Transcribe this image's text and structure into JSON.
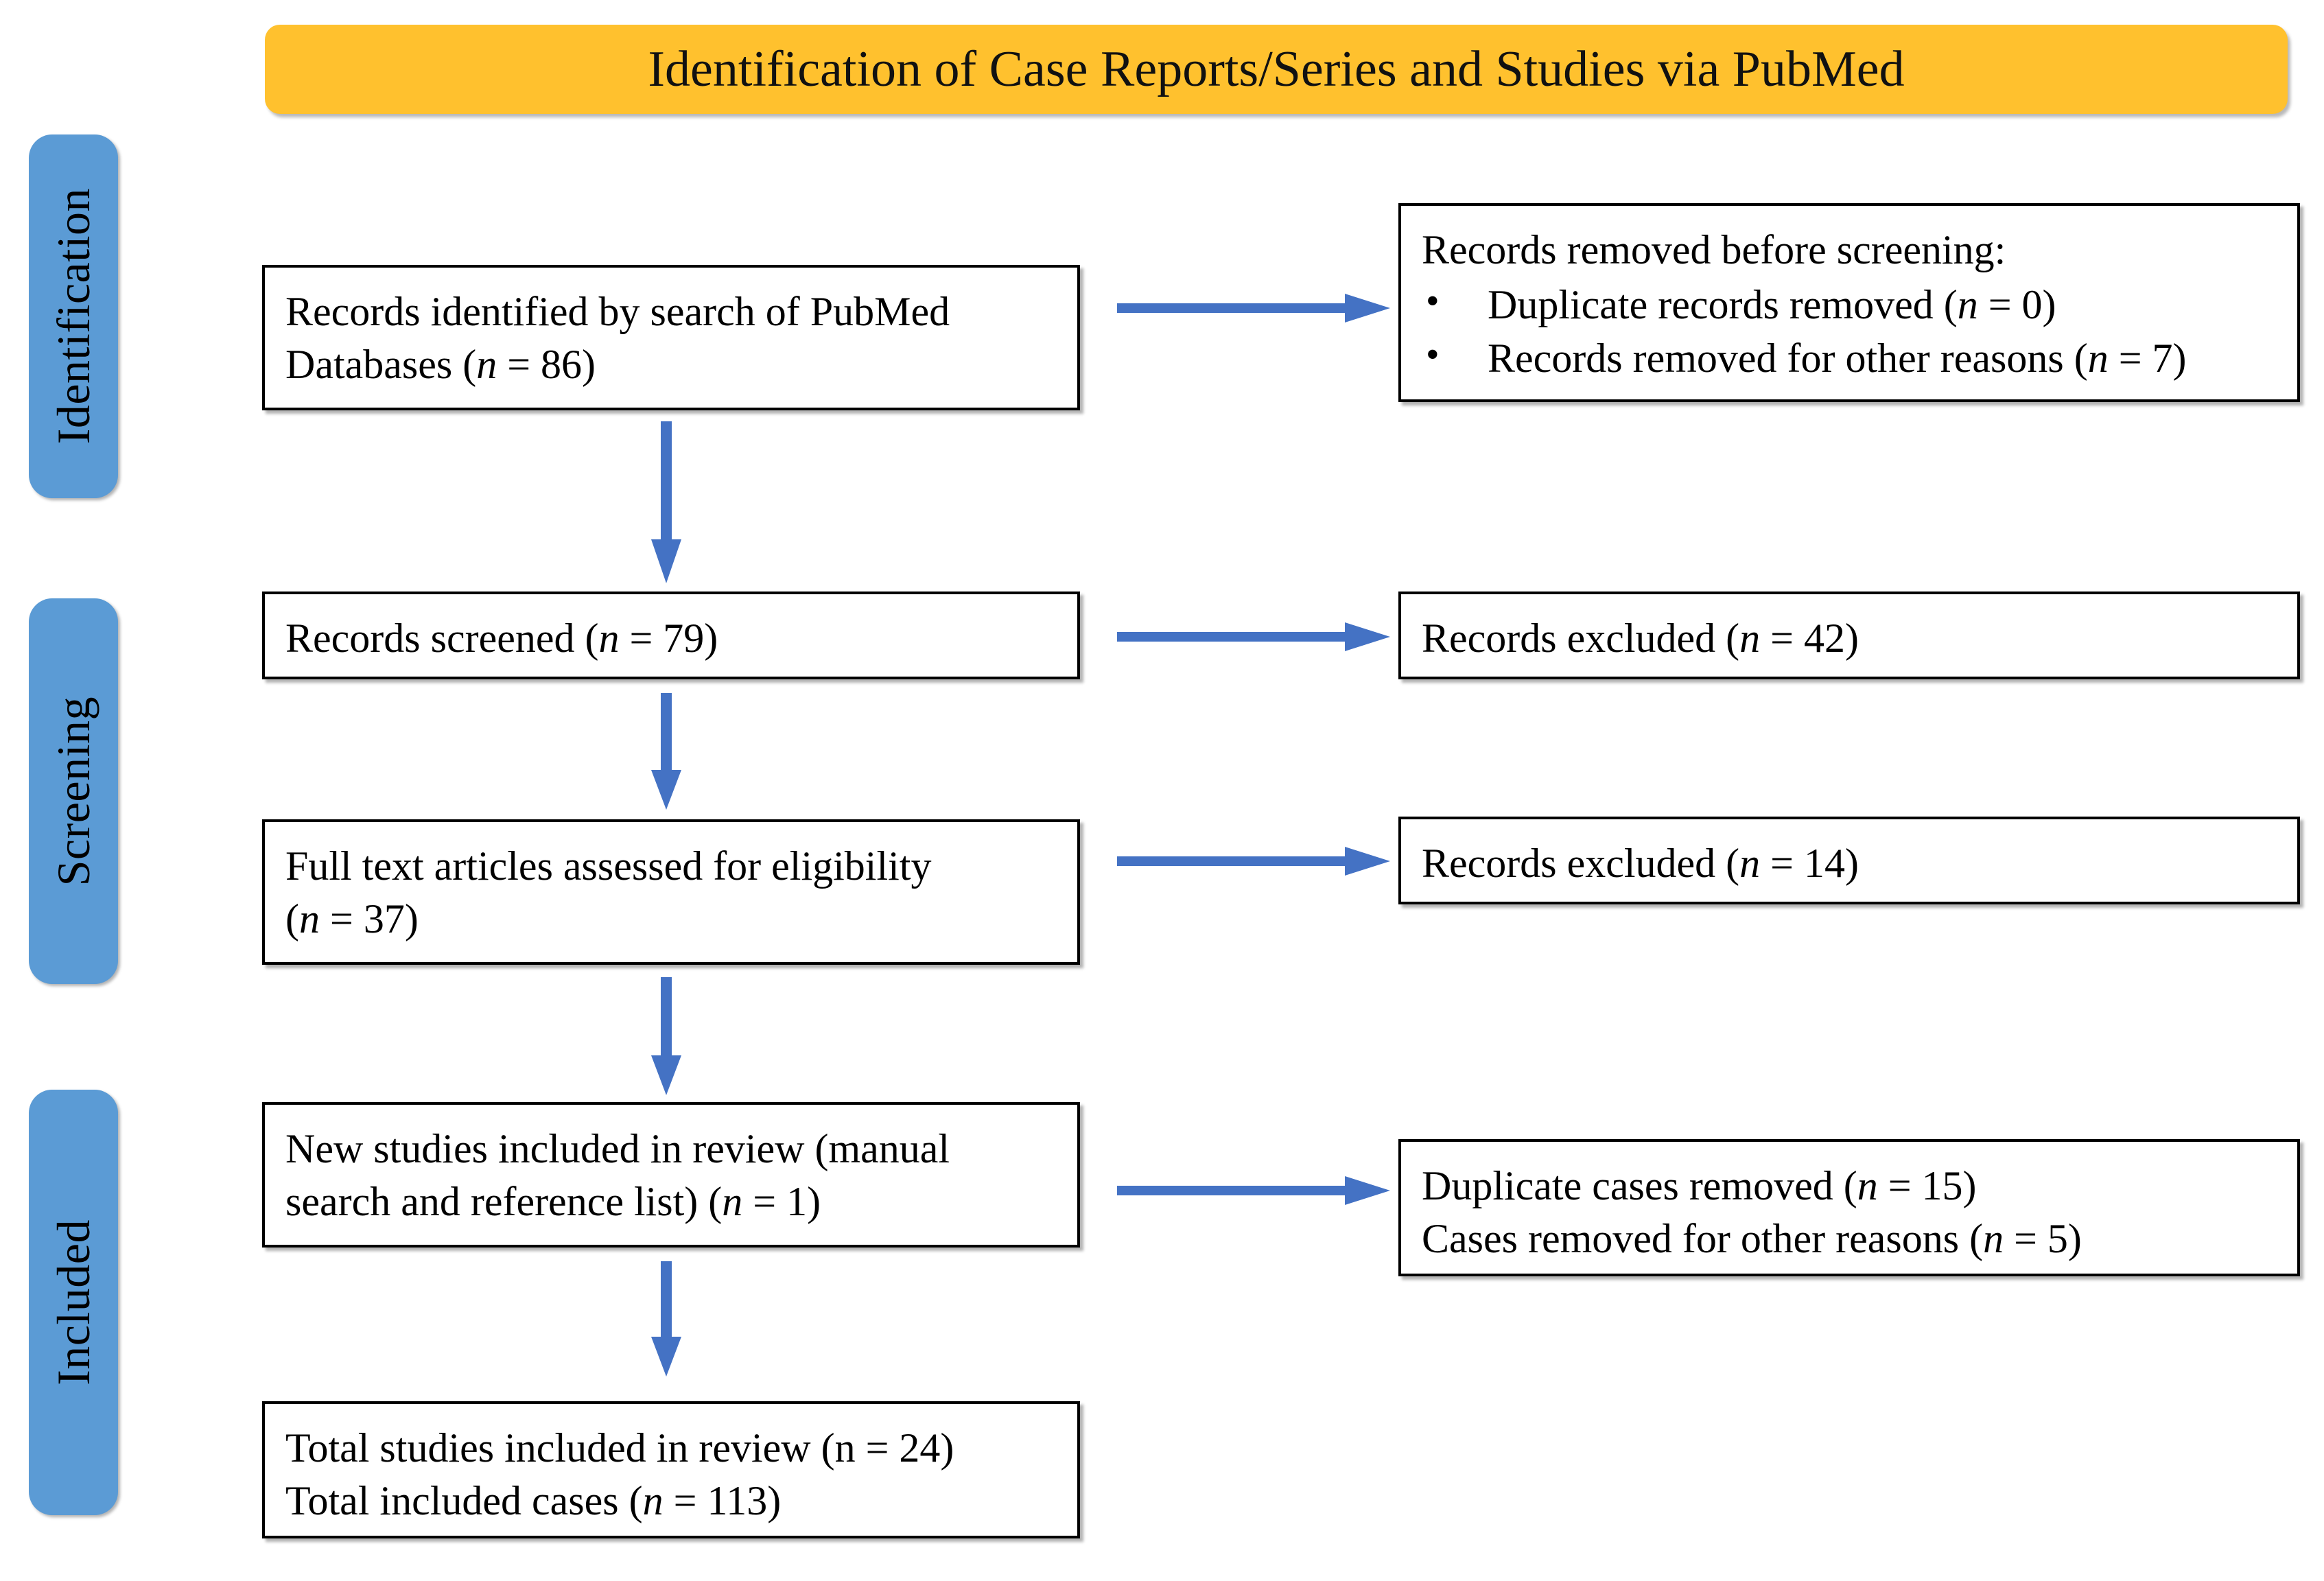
{
  "banner": {
    "title": "Identification of Case Reports/Series and Studies via PubMed"
  },
  "stages": [
    {
      "id": "identification",
      "label": "Identification"
    },
    {
      "id": "screening",
      "label": "Screening"
    },
    {
      "id": "included",
      "label": "Included"
    }
  ],
  "boxes": {
    "identified": {
      "line1": "Records identified by search of PubMed",
      "line2_pre": "Databases (",
      "line2_n": "n",
      "line2_post": " = 86)"
    },
    "removed_before_screening": {
      "heading": "Records removed before screening:",
      "bullet1_pre": "Duplicate records removed (",
      "bullet1_n": "n",
      "bullet1_post": " = 0)",
      "bullet2_pre": "Records removed for other reasons (",
      "bullet2_n": "n",
      "bullet2_post": " = 7)"
    },
    "screened": {
      "line1_pre": "Records screened (",
      "line1_n": "n",
      "line1_post": " = 79)"
    },
    "excluded_screening": {
      "line1_pre": "Records excluded (",
      "line1_n": "n",
      "line1_post": " = 42)"
    },
    "fulltext": {
      "line1": "Full text articles assessed for eligibility",
      "line2_pre": "(",
      "line2_n": "n",
      "line2_post": " = 37)"
    },
    "excluded_eligibility": {
      "line1_pre": "Records excluded (",
      "line1_n": "n",
      "line1_post": " = 14)"
    },
    "new_studies": {
      "line1": "New studies included in review (manual",
      "line2_pre": "search and reference list) (",
      "line2_n": "n",
      "line2_post": " = 1)"
    },
    "cases_removed": {
      "line1_pre": "Duplicate cases removed (",
      "line1_n": "n",
      "line1_post": " = 15)",
      "line2_pre": "Cases removed for other reasons (",
      "line2_n": "n",
      "line2_post": " = 5)"
    },
    "total": {
      "line1": "Total studies included in review (n = 24)",
      "line2_pre": "Total included cases (",
      "line2_n": "n",
      "line2_post": " = 113)"
    }
  },
  "colors": {
    "banner_fill": "#FFC12E",
    "stage_fill": "#5B9BD5",
    "arrow": "#4472C4",
    "box_border": "#000000",
    "box_fill": "#FFFFFF",
    "text": "#000000"
  }
}
